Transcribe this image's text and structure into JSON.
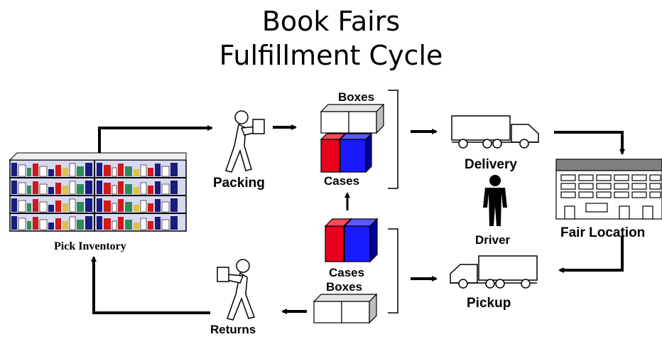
{
  "title": {
    "line1": "Book Fairs",
    "line2": "Fulfillment Cycle"
  },
  "labels": {
    "pick_inventory": "Pick Inventory",
    "packing": "Packing",
    "boxes_top": "Boxes",
    "cases_top": "Cases",
    "delivery": "Delivery",
    "driver": "Driver",
    "fair_location": "Fair Location",
    "cases_bottom": "Cases",
    "boxes_bottom": "Boxes",
    "pickup": "Pickup",
    "returns": "Returns"
  },
  "colors": {
    "red_case": "#e8001c",
    "blue_case": "#1a1aff",
    "box_gray": "#c8c8c8",
    "shelf_bg": "#d8d8f0"
  }
}
